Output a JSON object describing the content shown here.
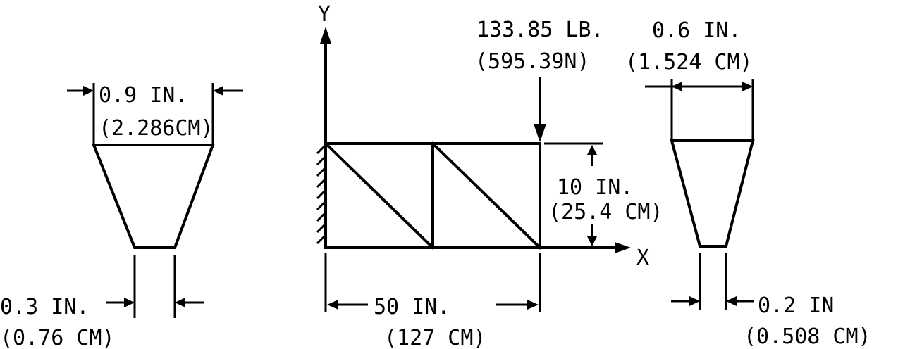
{
  "left_section": {
    "top_width": "0.9 IN.",
    "top_width_metric": "(2.286CM)",
    "bottom_width": "0.3 IN.",
    "bottom_width_metric": "(0.76 CM)"
  },
  "truss": {
    "y_axis": "Y",
    "x_axis": "X",
    "load": "133.85 LB.",
    "load_metric": "(595.39N)",
    "height": "10 IN.",
    "height_metric": "(25.4 CM)",
    "length": "50 IN.",
    "length_metric": "(127 CM)"
  },
  "right_section": {
    "top_width": "0.6 IN.",
    "top_width_metric": "(1.524 CM)",
    "bottom_width": "0.2 IN",
    "bottom_width_metric": "(0.508 CM)"
  }
}
